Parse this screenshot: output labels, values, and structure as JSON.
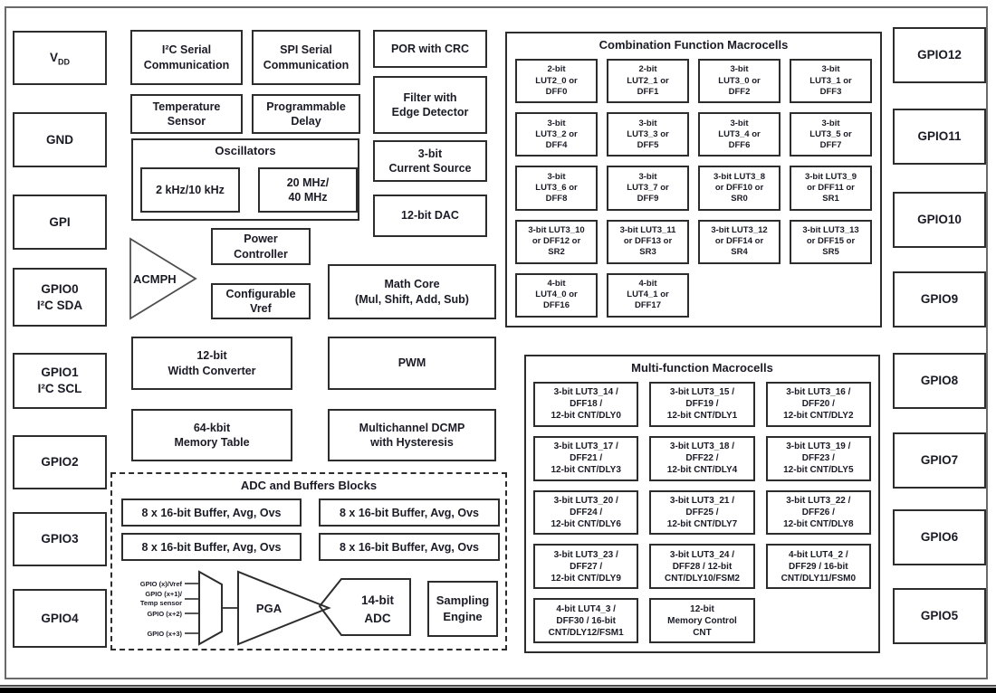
{
  "colors": {
    "border": "#2d2d2d",
    "text": "#1b1b26",
    "outer_frame": "#6a6a6a",
    "footer_bar": "#000000"
  },
  "pins": {
    "vdd": {
      "base": "V",
      "sub": "DD"
    },
    "left": [
      "GND",
      "GPI",
      "GPIO0\nI²C SDA",
      "GPIO1\nI²C SCL",
      "GPIO2",
      "GPIO3",
      "GPIO4"
    ],
    "right": [
      "GPIO12",
      "GPIO11",
      "GPIO10",
      "GPIO9",
      "GPIO8",
      "GPIO7",
      "GPIO6",
      "GPIO5"
    ]
  },
  "blocks": {
    "i2c": "I²C Serial\nCommunication",
    "spi": "SPI Serial\nCommunication",
    "por": "POR with CRC",
    "temp_sensor": "Temperature\nSensor",
    "prog_delay": "Programmable\nDelay",
    "filter": "Filter with\nEdge Detector",
    "osc_title": "Oscillators",
    "osc_low": "2 kHz/10 kHz",
    "osc_high": "20 MHz/\n40 MHz",
    "current_source": "3-bit\nCurrent Source",
    "dac": "12-bit DAC",
    "acmph": "ACMPH",
    "power": "Power\nController",
    "vref": "Configurable\nVref",
    "math": "Math Core\n(Mul, Shift, Add, Sub)",
    "width_conv": "12-bit\nWidth Converter",
    "pwm": "PWM",
    "memory": "64-kbit\nMemory Table",
    "dcmp": "Multichannel DCMP\nwith Hysteresis"
  },
  "adc_section": {
    "title": "ADC and Buffers Blocks",
    "buffers": [
      "8 x 16-bit Buffer, Avg, Ovs",
      "8 x 16-bit Buffer, Avg, Ovs",
      "8 x 16-bit Buffer, Avg, Ovs",
      "8 x 16-bit Buffer, Avg, Ovs"
    ],
    "signals": [
      "GPIO (x)/Vref",
      "GPIO (x+1)/",
      "Temp sensor",
      "GPIO (x+2)",
      "GPIO (x+3)"
    ],
    "pga": "PGA",
    "adc_line1": "14-bit",
    "adc_line2": "ADC",
    "sampling": "Sampling\nEngine"
  },
  "combination": {
    "title": "Combination Function Macrocells",
    "cells": [
      "2-bit\nLUT2_0 or\nDFF0",
      "2-bit\nLUT2_1 or\nDFF1",
      "3-bit\nLUT3_0 or\nDFF2",
      "3-bit\nLUT3_1 or\nDFF3",
      "3-bit\nLUT3_2 or\nDFF4",
      "3-bit\nLUT3_3 or\nDFF5",
      "3-bit\nLUT3_4 or\nDFF6",
      "3-bit\nLUT3_5 or\nDFF7",
      "3-bit\nLUT3_6 or\nDFF8",
      "3-bit\nLUT3_7 or\nDFF9",
      "3-bit LUT3_8\nor DFF10 or\nSR0",
      "3-bit LUT3_9\nor DFF11 or\nSR1",
      "3-bit LUT3_10\nor DFF12 or\nSR2",
      "3-bit LUT3_11\nor DFF13 or\nSR3",
      "3-bit LUT3_12\nor DFF14 or\nSR4",
      "3-bit LUT3_13\nor DFF15 or\nSR5",
      "4-bit\nLUT4_0 or\nDFF16",
      "4-bit\nLUT4_1 or\nDFF17"
    ]
  },
  "multifunction": {
    "title": "Multi-function Macrocells",
    "cells": [
      "3-bit LUT3_14 /\nDFF18 /\n12-bit CNT/DLY0",
      "3-bit LUT3_15 /\nDFF19 /\n12-bit CNT/DLY1",
      "3-bit LUT3_16 /\nDFF20 /\n12-bit CNT/DLY2",
      "3-bit LUT3_17 /\nDFF21 /\n12-bit CNT/DLY3",
      "3-bit LUT3_18 /\nDFF22 /\n12-bit CNT/DLY4",
      "3-bit LUT3_19 /\nDFF23 /\n12-bit CNT/DLY5",
      "3-bit LUT3_20 /\nDFF24 /\n12-bit CNT/DLY6",
      "3-bit LUT3_21 /\nDFF25 /\n12-bit CNT/DLY7",
      "3-bit LUT3_22 /\nDFF26 /\n12-bit CNT/DLY8",
      "3-bit LUT3_23 /\nDFF27 /\n12-bit CNT/DLY9",
      "3-bit LUT3_24 /\nDFF28 / 12-bit\nCNT/DLY10/FSM2",
      "4-bit LUT4_2 /\nDFF29 / 16-bit\nCNT/DLY11/FSM0",
      "4-bit LUT4_3 /\nDFF30 / 16-bit\nCNT/DLY12/FSM1",
      "12-bit\nMemory Control\nCNT"
    ]
  }
}
